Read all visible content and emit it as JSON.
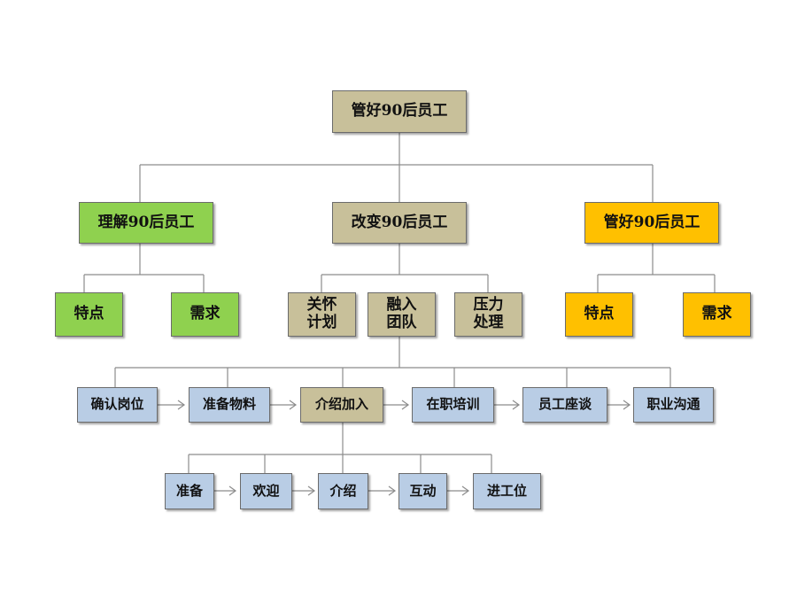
{
  "colors": {
    "tan": "#c8c09a",
    "green": "#8fd14f",
    "gold": "#ffc000",
    "blue": "#b9cde5",
    "line": "#7f7f7f"
  },
  "root": {
    "label": "管好90后员工"
  },
  "level1": {
    "left": {
      "label": "理解90后员工",
      "children": [
        "特点",
        "需求"
      ]
    },
    "center": {
      "label": "改变90后员工",
      "children": [
        "关怀\n计划",
        "融入\n团队",
        "压力\n处理"
      ]
    },
    "right": {
      "label": "管好90后员工",
      "children": [
        "特点",
        "需求"
      ]
    }
  },
  "onboarding_steps": [
    "确认岗位",
    "准备物料",
    "介绍加入",
    "在职培训",
    "员工座谈",
    "职业沟通"
  ],
  "intro_steps": [
    "准备",
    "欢迎",
    "介绍",
    "互动",
    "进工位"
  ]
}
